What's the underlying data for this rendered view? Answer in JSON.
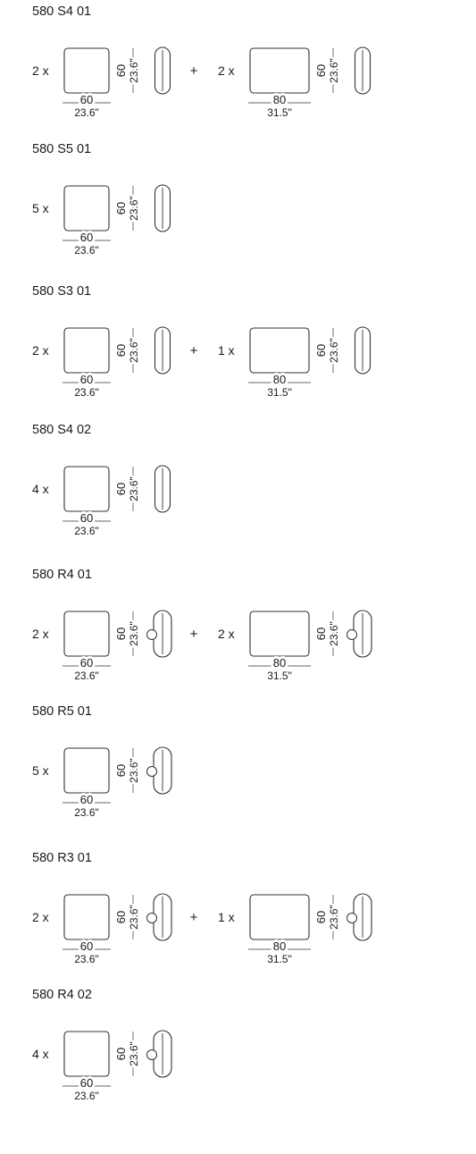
{
  "configurations": [
    {
      "title": "580 S4 01",
      "cushion_style": "plain",
      "groups": [
        {
          "quantity": "2 x",
          "width_cm": "60",
          "width_in": "23.6\"",
          "height_cm": "60",
          "height_in": "23.6\""
        },
        {
          "quantity": "2 x",
          "width_cm": "80",
          "width_in": "31.5\"",
          "height_cm": "60",
          "height_in": "23.6\""
        }
      ]
    },
    {
      "title": "580 S5 01",
      "cushion_style": "plain",
      "groups": [
        {
          "quantity": "5 x",
          "width_cm": "60",
          "width_in": "23.6\"",
          "height_cm": "60",
          "height_in": "23.6\""
        }
      ]
    },
    {
      "title": "580 S3 01",
      "cushion_style": "plain",
      "groups": [
        {
          "quantity": "2 x",
          "width_cm": "60",
          "width_in": "23.6\"",
          "height_cm": "60",
          "height_in": "23.6\""
        },
        {
          "quantity": "1 x",
          "width_cm": "80",
          "width_in": "31.5\"",
          "height_cm": "60",
          "height_in": "23.6\""
        }
      ]
    },
    {
      "title": "580 S4 02",
      "cushion_style": "plain",
      "groups": [
        {
          "quantity": "4 x",
          "width_cm": "60",
          "width_in": "23.6\"",
          "height_cm": "60",
          "height_in": "23.6\""
        }
      ]
    },
    {
      "title": "580 R4 01",
      "cushion_style": "button",
      "groups": [
        {
          "quantity": "2 x",
          "width_cm": "60",
          "width_in": "23.6\"",
          "height_cm": "60",
          "height_in": "23.6\""
        },
        {
          "quantity": "2 x",
          "width_cm": "80",
          "width_in": "31.5\"",
          "height_cm": "60",
          "height_in": "23.6\""
        }
      ]
    },
    {
      "title": "580 R5 01",
      "cushion_style": "button",
      "groups": [
        {
          "quantity": "5 x",
          "width_cm": "60",
          "width_in": "23.6\"",
          "height_cm": "60",
          "height_in": "23.6\""
        }
      ]
    },
    {
      "title": "580 R3 01",
      "cushion_style": "button",
      "groups": [
        {
          "quantity": "2 x",
          "width_cm": "60",
          "width_in": "23.6\"",
          "height_cm": "60",
          "height_in": "23.6\""
        },
        {
          "quantity": "1 x",
          "width_cm": "80",
          "width_in": "31.5\"",
          "height_cm": "60",
          "height_in": "23.6\""
        }
      ]
    },
    {
      "title": "580 R4 02",
      "cushion_style": "button",
      "groups": [
        {
          "quantity": "4 x",
          "width_cm": "60",
          "width_in": "23.6\"",
          "height_cm": "60",
          "height_in": "23.6\""
        }
      ]
    }
  ],
  "plus_sign": "+",
  "colors": {
    "ink": "#1a1a1a",
    "line": "#333333",
    "background": "#ffffff"
  }
}
